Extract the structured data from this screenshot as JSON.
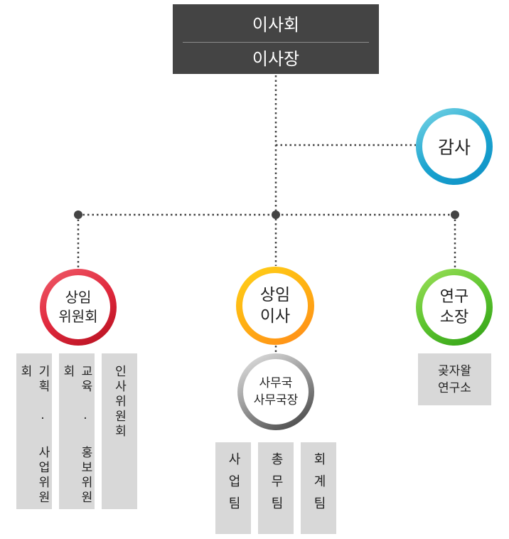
{
  "board": {
    "title": "이사회",
    "chair": "이사장"
  },
  "auditor": {
    "label": "감사"
  },
  "standing_committee": {
    "line1": "상임",
    "line2": "위원회",
    "committees": [
      "기획 · 사업위원회",
      "교육 · 홍보위원회",
      "인사위원회"
    ]
  },
  "standing_director": {
    "line1": "상임",
    "line2": "이사"
  },
  "secretariat": {
    "line1": "사무국",
    "line2": "사무국장",
    "teams": [
      "사업팀",
      "총무팀",
      "회계팀"
    ]
  },
  "research": {
    "line1": "연구",
    "line2": "소장",
    "institute_line1": "곶자왈",
    "institute_line2": "연구소"
  },
  "colors": {
    "top_box": "#444444",
    "connector": "#444444",
    "sub_box": "#d8d8d8",
    "audit_ring": "#1aa3cf",
    "committee_ring": "#e0293d",
    "director_ring": "#ffb312",
    "research_ring": "#5cc42f",
    "secretariat_ring": "#9e9e9e"
  }
}
